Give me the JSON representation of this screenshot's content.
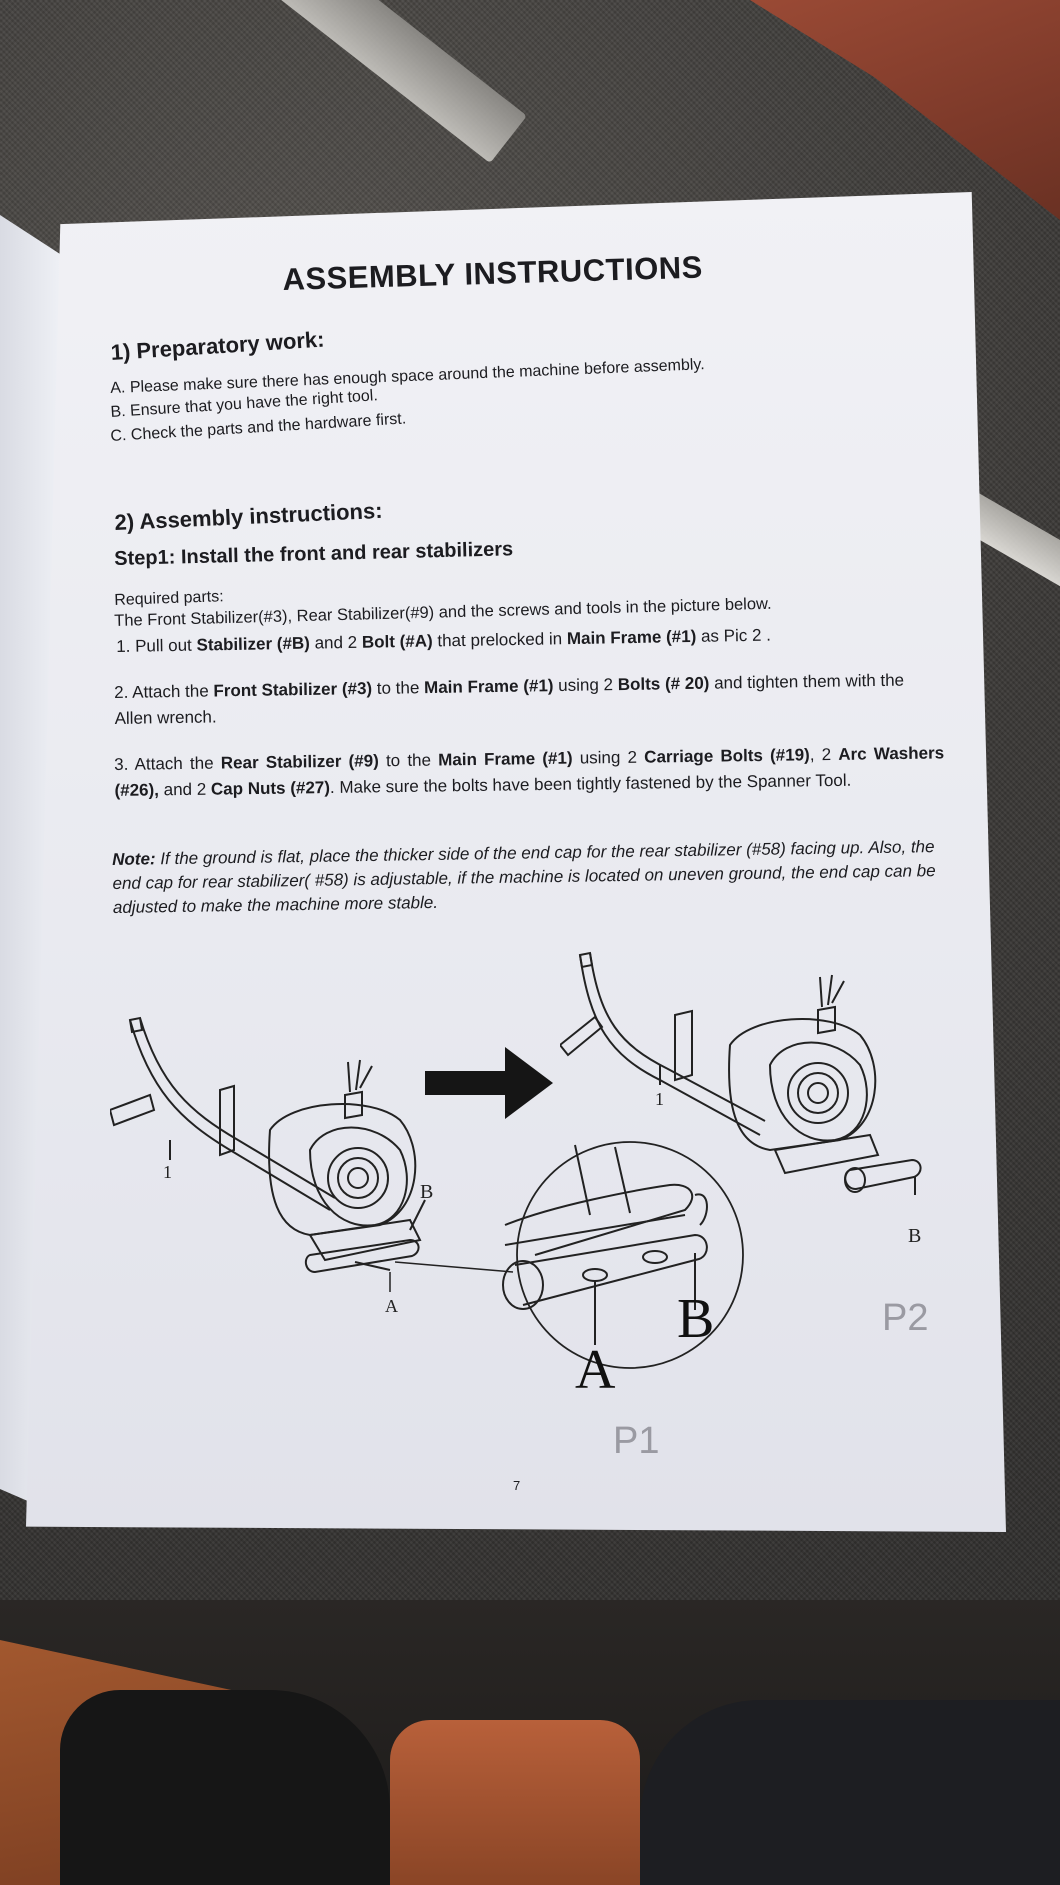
{
  "document": {
    "title": "ASSEMBLY INSTRUCTIONS",
    "preparatory": {
      "heading": "1) Preparatory work:",
      "items": [
        "A. Please make sure there has enough space around the machine before assembly.",
        "B. Ensure that you have the right tool.",
        "C. Check the parts and the hardware first."
      ]
    },
    "assembly": {
      "heading": "2) Assembly instructions:",
      "step1": {
        "heading": "Step1: Install the front and rear stabilizers",
        "required_label": "Required parts:",
        "required_parts": "The Front Stabilizer(#3), Rear Stabilizer(#9) and the screws and tools in the picture below.",
        "instr1": {
          "p1": "1.  Pull out ",
          "b1": "Stabilizer (#B)",
          "p2": "  and 2 ",
          "b2": "Bolt (#A)",
          "p3": "  that prelocked in ",
          "b3": "Main Frame (#1)",
          "p4": "  as Pic 2 ."
        },
        "instr2": {
          "p1": "2.  Attach the ",
          "b1": "Front Stabilizer (#3)",
          "p2": " to the ",
          "b2": "Main Frame (#1)",
          "p3": " using 2 ",
          "b3": "Bolts (# 20)",
          "p4": " and tighten them with the Allen wrench."
        },
        "instr3": {
          "p1": "3.  Attach the ",
          "b1": "Rear Stabilizer (#9)",
          "p2": " to the ",
          "b2": "Main Frame (#1)",
          "p3": " using 2 ",
          "b3": "Carriage Bolts (#19)",
          "p4": ", 2 ",
          "b4": "Arc Washers (#26),",
          "p5": " and 2 ",
          "b5": "Cap Nuts (#27)",
          "p6": ". Make sure the bolts have been tightly fastened by the Spanner Tool."
        },
        "note": {
          "label": "Note:",
          "text": " If the ground is flat, place the thicker side of the end cap for the rear stabilizer (#58) facing up. Also, the end cap for rear stabilizer( #58) is adjustable, if the machine is located on uneven ground, the end cap can be adjusted to make the machine more stable."
        }
      }
    },
    "figures": {
      "left_label_1": "1",
      "left_label_b": "B",
      "left_label_a": "A",
      "zoom_label_a": "A",
      "zoom_label_b": "B",
      "zoom_caption": "P1",
      "right_label_1": "1",
      "right_label_b": "B",
      "right_caption": "P2"
    },
    "page_number": "7"
  }
}
